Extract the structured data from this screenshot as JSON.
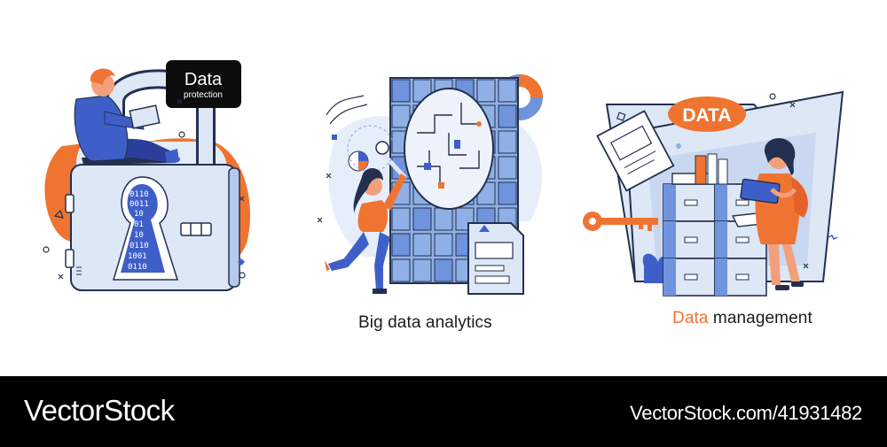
{
  "scene1": {
    "tag_title": "Data",
    "tag_subtitle": "protection",
    "keyhole_binary": [
      "0110",
      "0011",
      "10",
      "01",
      "10",
      "0110",
      "1001",
      "0110"
    ]
  },
  "scene2": {
    "caption": "Big data analytics"
  },
  "scene3": {
    "banner": "DATA",
    "caption_accent": "Data",
    "caption_rest": " management"
  },
  "footer": {
    "brand": "VectorStock",
    "image_id": "VectorStock.com/41931482"
  },
  "colors": {
    "accent_orange": "#f07431",
    "primary_blue": "#3f5fc8",
    "light_blue": "#dde7f6",
    "mid_blue": "#8fb0e6",
    "outline": "#23304f"
  }
}
